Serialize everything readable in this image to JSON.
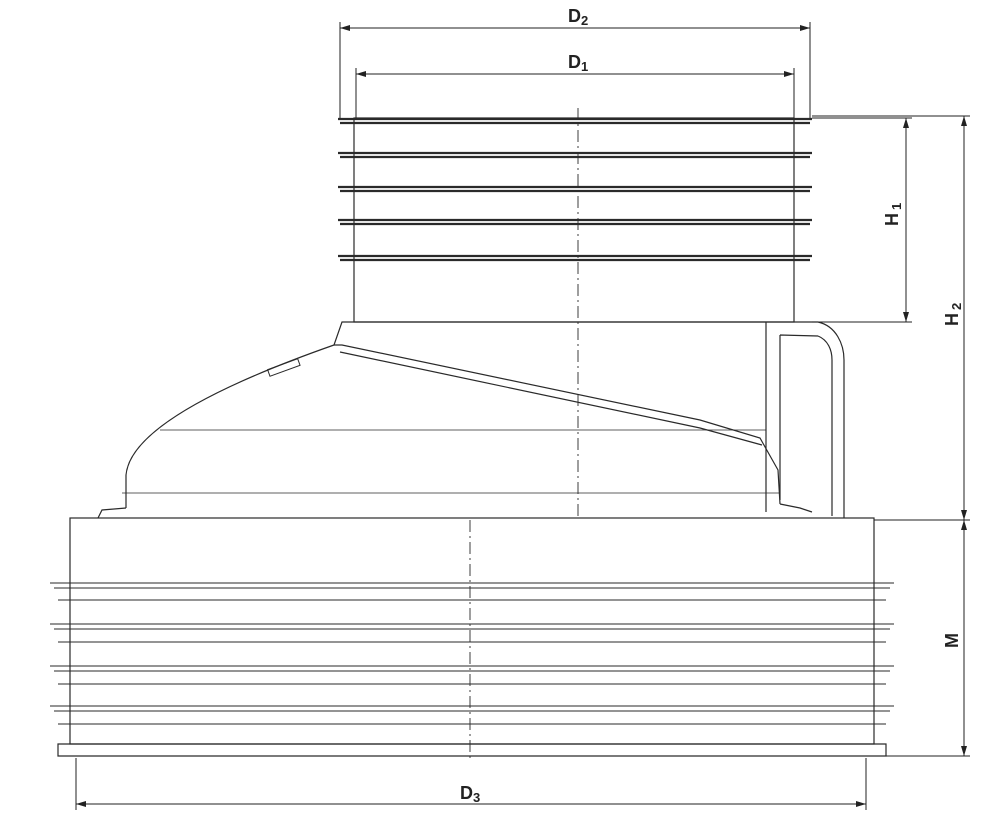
{
  "dimensions": {
    "d2": {
      "main": "D",
      "sub": "2"
    },
    "d1": {
      "main": "D",
      "sub": "1"
    },
    "d3": {
      "main": "D",
      "sub": "3"
    },
    "h1": {
      "main": "H",
      "sub": "1"
    },
    "h2": {
      "main": "H",
      "sub": "2"
    },
    "m": {
      "main": "M",
      "sub": ""
    }
  },
  "colors": {
    "line": "#2a2a2a",
    "fill": "#ffffff"
  }
}
